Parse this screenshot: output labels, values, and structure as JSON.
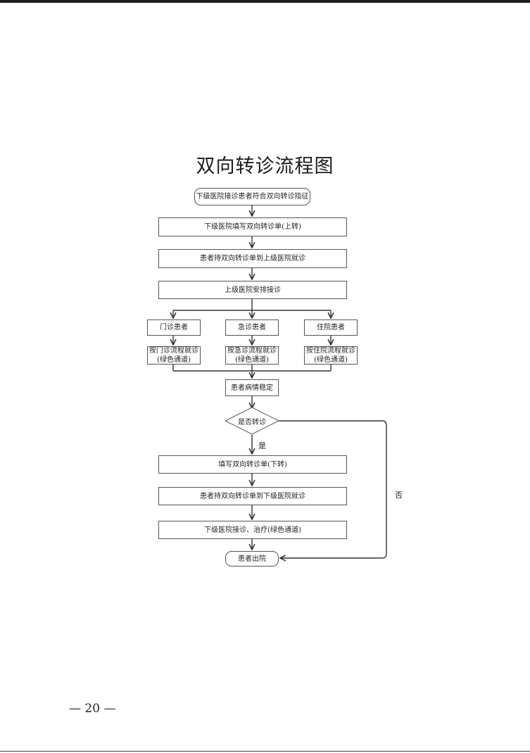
{
  "title": "双向转诊流程图",
  "nodes": {
    "start": "下级医院接诊患者符合双向转诊指征",
    "fill_up": "下级医院填写双向转诊单(上转)",
    "to_upper": "患者持双向转诊单到上级医院就诊",
    "upper_arrange": "上级医院安排接诊",
    "outpatient": "门诊患者",
    "emergency": "急诊患者",
    "inpatient": "住院患者",
    "outpatient_flow": "按门诊流程就诊",
    "emergency_flow": "按急诊流程就诊",
    "inpatient_flow": "按住院流程就诊",
    "green_channel": "(绿色通道)",
    "stable": "患者病情稳定",
    "decision": "是否转诊",
    "fill_down": "填写双向转诊单(下转)",
    "to_lower": "患者持双向转诊单到下级医院就诊",
    "lower_treat": "下级医院接诊、治疗(绿色通道)",
    "discharge": "患者出院"
  },
  "labels": {
    "yes": "是",
    "no": "否"
  },
  "page_number": "— 20 —"
}
